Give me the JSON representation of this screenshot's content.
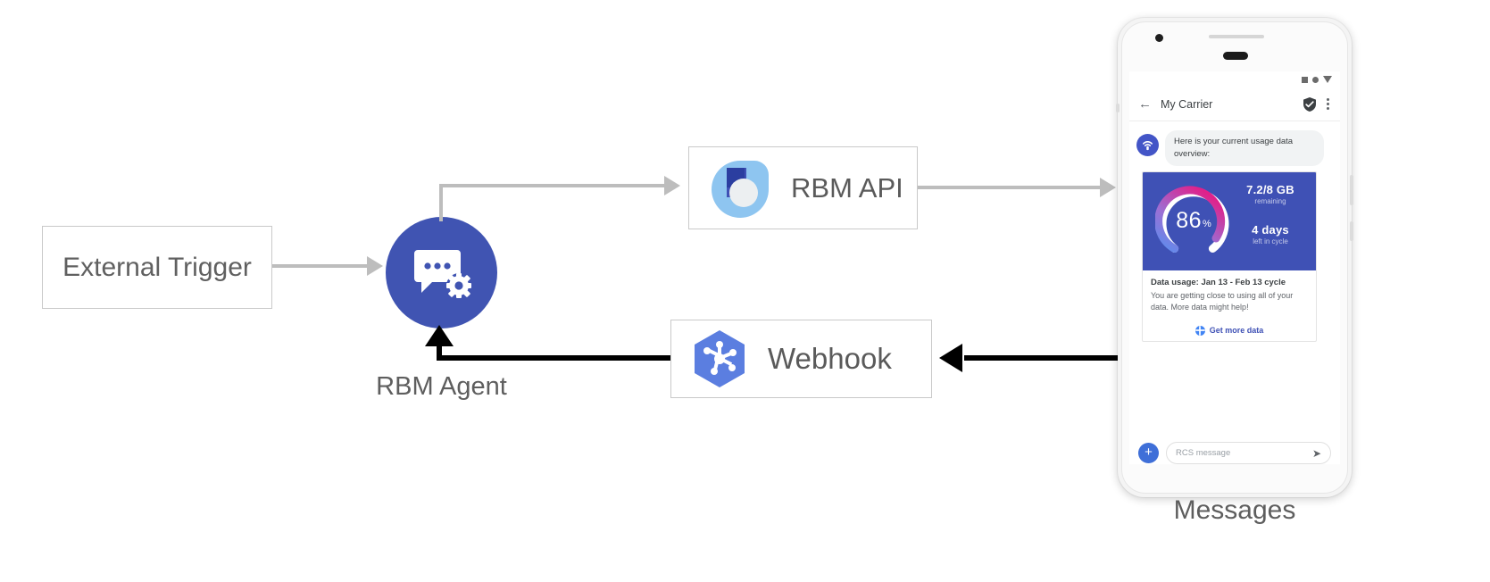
{
  "diagram": {
    "nodes": {
      "external_trigger": {
        "label": "External Trigger"
      },
      "rbm_agent": {
        "label": "RBM Agent",
        "icon": "chat-gear-icon"
      },
      "rbm_api": {
        "label": "RBM API",
        "icon": "rbm-api-icon"
      },
      "webhook": {
        "label": "Webhook",
        "icon": "webhook-hexagon-icon"
      },
      "messages": {
        "label": "Messages"
      }
    },
    "colors": {
      "agent_blue": "#4054b2",
      "card_indigo": "#3f51b5",
      "arrow_grey": "#bdbdbd",
      "arrow_black": "#000000",
      "link_blue": "#3f51b5"
    }
  },
  "phone": {
    "status_bar": {
      "icons": [
        "signal-square-icon",
        "signal-dot-icon",
        "wifi-triangle-icon"
      ]
    },
    "app_bar": {
      "back_icon": "back-arrow-icon",
      "title": "My Carrier",
      "verified_icon": "verified-shield-icon",
      "overflow_icon": "overflow-menu-icon"
    },
    "conversation": {
      "avatar_icon": "carrier-signal-avatar-icon",
      "incoming_message": "Here is your current usage data overview:",
      "rich_card": {
        "gauge": {
          "percent": "86",
          "percent_symbol": "%",
          "value": 86,
          "max": 100
        },
        "stats": [
          {
            "main": "7.2/8 GB",
            "sub": "remaining"
          },
          {
            "main": "4 days",
            "sub": "left in cycle"
          }
        ],
        "title": "Data usage: Jan 13 - Feb 13 cycle",
        "description": "You are getting close to using all of your data. More data might help!",
        "action": {
          "icon": "globe-icon",
          "label": "Get more data"
        }
      }
    },
    "composer": {
      "add_icon": "plus-icon",
      "placeholder": "RCS message",
      "value": "",
      "send_icon": "send-icon"
    },
    "nav_bar": {
      "items": [
        "back-nav-icon",
        "home-nav-icon",
        "recents-nav-icon"
      ]
    }
  }
}
